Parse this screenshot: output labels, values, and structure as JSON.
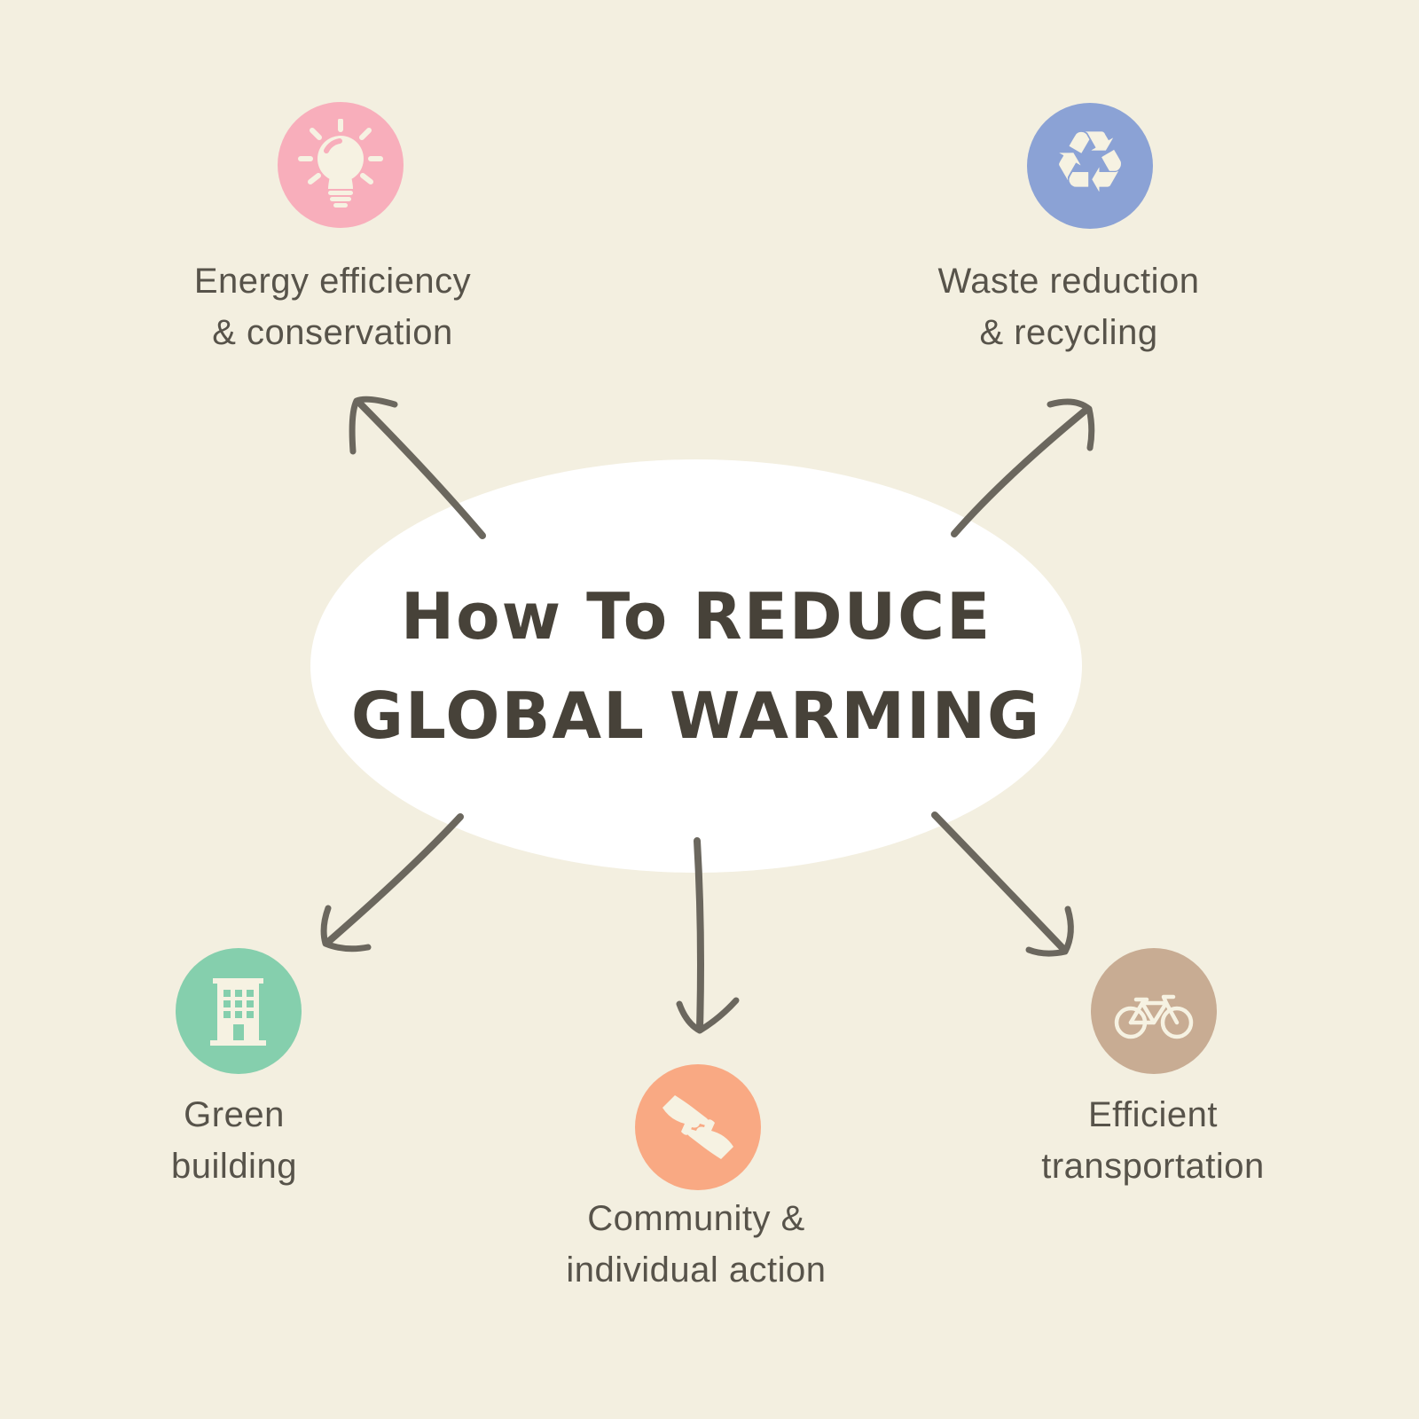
{
  "canvas": {
    "background": "#f3efe0"
  },
  "center": {
    "title_line1": "How To REDUCE",
    "title_line2": "GLOBAL WARMING",
    "bubble_color": "#ffffff",
    "text_color": "#474239"
  },
  "style": {
    "label_color": "#57534a",
    "arrow_color": "#6b675e",
    "icon_color": "#f6f2e2"
  },
  "nodes": {
    "energy": {
      "icon": "lightbulb-icon",
      "circle_color": "#f8aebb",
      "label_line1": "Energy efficiency",
      "label_line2": "& conservation"
    },
    "waste": {
      "icon": "recycle-icon",
      "glyph": "♻",
      "circle_color": "#8ba2d5",
      "label_line1": "Waste reduction",
      "label_line2": "& recycling"
    },
    "building": {
      "icon": "building-icon",
      "circle_color": "#85cfad",
      "label_line1": "Green",
      "label_line2": "building"
    },
    "community": {
      "icon": "helping-hands-icon",
      "circle_color": "#f9a983",
      "label_line1": "Community &",
      "label_line2": "individual action"
    },
    "transport": {
      "icon": "bicycle-icon",
      "circle_color": "#c8ac93",
      "label_line1": "Efficient",
      "label_line2": "transportation"
    }
  }
}
